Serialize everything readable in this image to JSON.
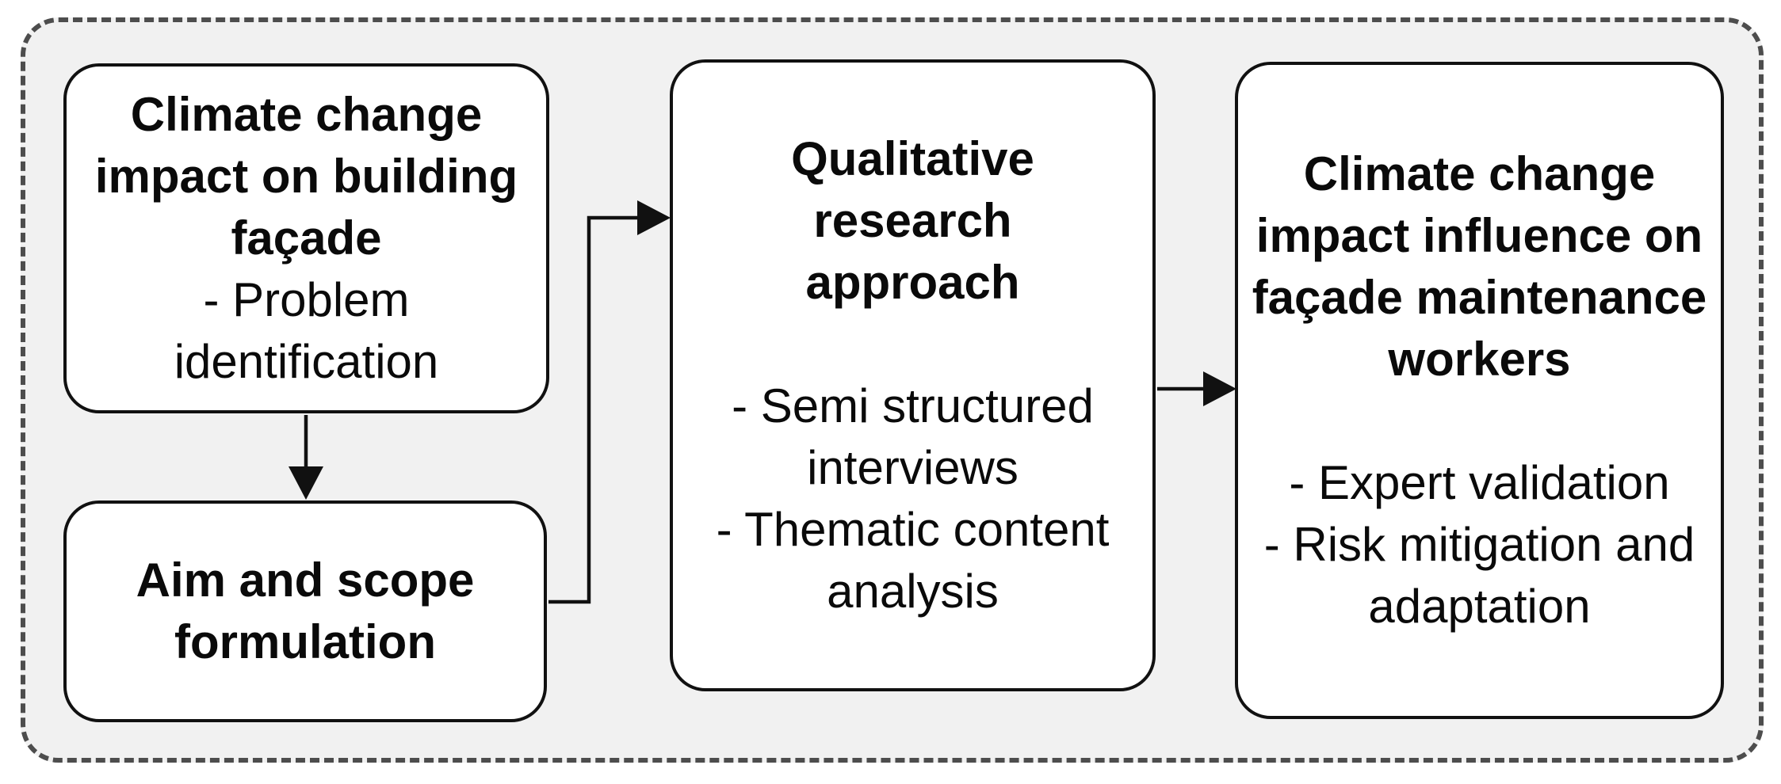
{
  "figure": {
    "panel_fill_color": "#f1f1f1",
    "panel_dash_color": "#4d4d4d",
    "box_border_color": "#111111",
    "arrow_color": "#111111",
    "text_color": "#0a0a0a",
    "boxes": [
      {
        "name": "climate-impact-facade",
        "title": "Climate change\nimpact on building\nfaçade",
        "details": "- Problem\nidentification"
      },
      {
        "name": "aim-and-scope",
        "title": "Aim and scope\nformulation",
        "details": ""
      },
      {
        "name": "qualitative-research-approach",
        "title": "Qualitative\nresearch\napproach",
        "details": "- Semi structured\ninterviews\n- Thematic content\nanalysis"
      },
      {
        "name": "impact-on-maintenance-workers",
        "title": "Climate change\nimpact influence on\nfaçade maintenance\nworkers",
        "details": "- Expert validation\n- Risk mitigation and\nadaptation"
      }
    ],
    "connectors": [
      {
        "from": "climate-impact-facade",
        "to": "aim-and-scope"
      },
      {
        "from": "aim-and-scope",
        "to": "qualitative-research-approach"
      },
      {
        "from": "qualitative-research-approach",
        "to": "impact-on-maintenance-workers"
      }
    ]
  }
}
